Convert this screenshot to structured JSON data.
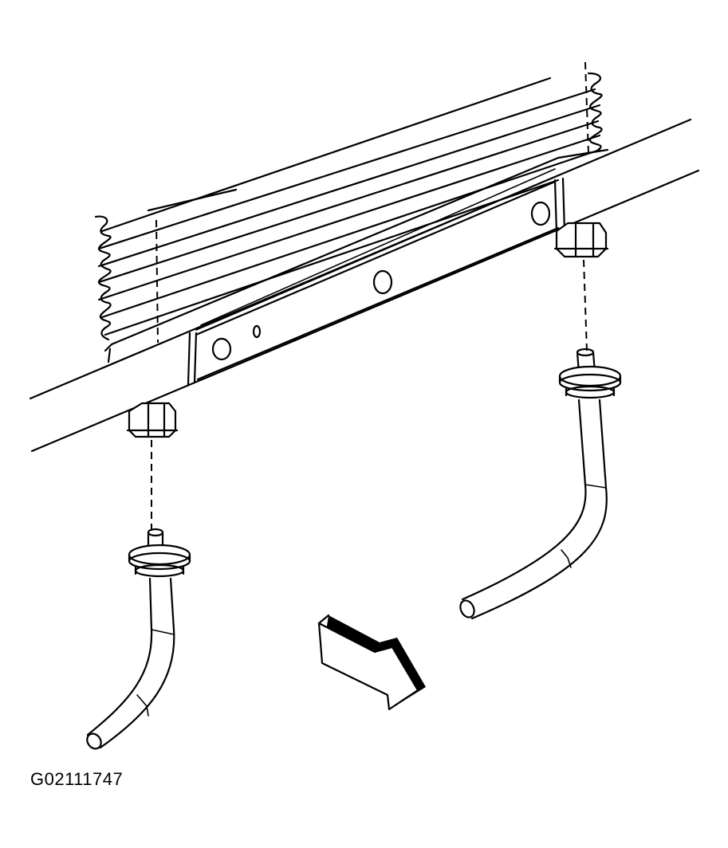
{
  "figure": {
    "code": "G02111747",
    "parts": [
      {
        "id": "oil-cooler",
        "icon": "finned-cooler-icon"
      },
      {
        "id": "frame-rail",
        "icon": "frame-rail-icon"
      },
      {
        "id": "mounting-bracket",
        "icon": "bracket-icon"
      },
      {
        "id": "left-fitting-nut",
        "icon": "hex-nut-icon"
      },
      {
        "id": "right-fitting-nut",
        "icon": "hex-nut-icon"
      },
      {
        "id": "left-cooler-line",
        "icon": "tube-fitting-icon"
      },
      {
        "id": "right-cooler-line",
        "icon": "tube-fitting-icon"
      },
      {
        "id": "direction-arrow",
        "icon": "front-arrow-icon"
      }
    ],
    "line_color": "#000000",
    "background": "#ffffff"
  }
}
